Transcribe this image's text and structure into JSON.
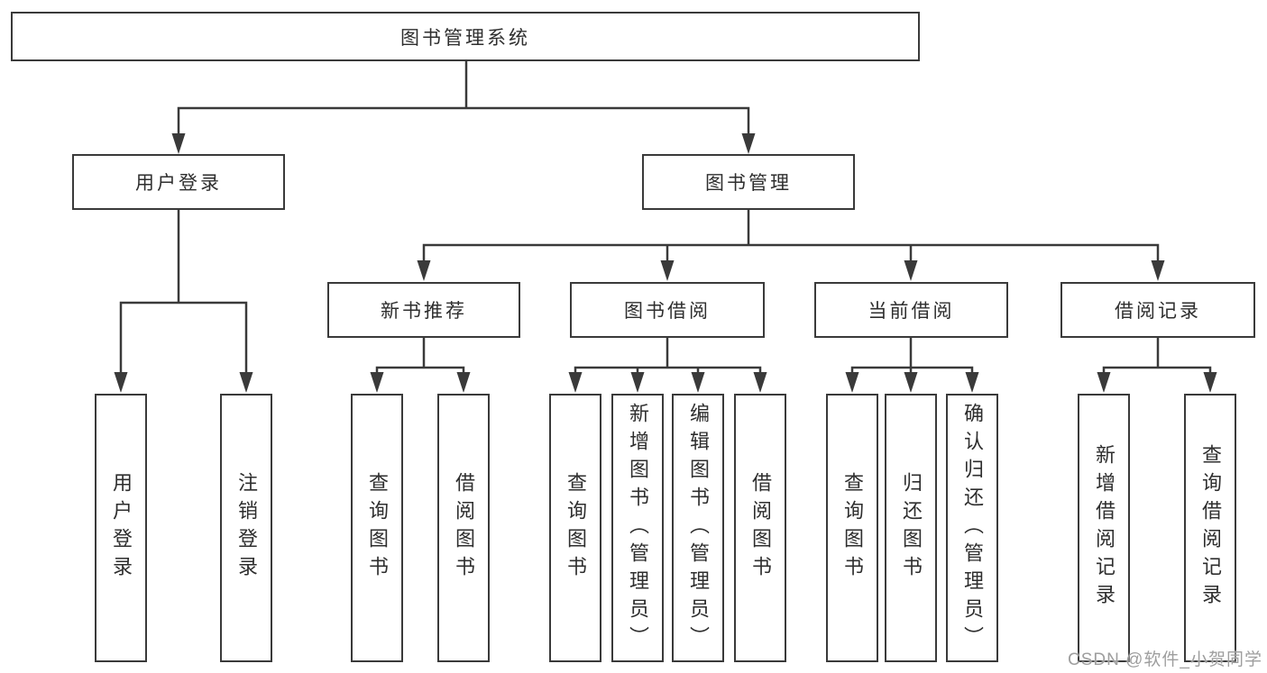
{
  "diagram": {
    "tree": {
      "label": "图书管理系统",
      "children": [
        {
          "label": "用户登录",
          "children": [
            {
              "label": "用户登录"
            },
            {
              "label": "注销登录"
            }
          ]
        },
        {
          "label": "图书管理",
          "children": [
            {
              "label": "新书推荐",
              "children": [
                {
                  "label": "查询图书"
                },
                {
                  "label": "借阅图书"
                }
              ]
            },
            {
              "label": "图书借阅",
              "children": [
                {
                  "label": "查询图书"
                },
                {
                  "label": "新增图书（管理员）"
                },
                {
                  "label": "编辑图书（管理员）"
                },
                {
                  "label": "借阅图书"
                }
              ]
            },
            {
              "label": "当前借阅",
              "children": [
                {
                  "label": "查询图书"
                },
                {
                  "label": "归还图书"
                },
                {
                  "label": "确认归还（管理员）"
                }
              ]
            },
            {
              "label": "借阅记录",
              "children": [
                {
                  "label": "新增借阅记录"
                },
                {
                  "label": "查询借阅记录"
                }
              ]
            }
          ]
        }
      ]
    },
    "watermark": "CSDN @软件_小贺同学",
    "colors": {
      "line": "#3a3a3a",
      "box_border": "#3a3a3a",
      "box_fill": "#ffffff",
      "text": "#2e2e2e",
      "watermark": "#9e9e9e"
    }
  }
}
